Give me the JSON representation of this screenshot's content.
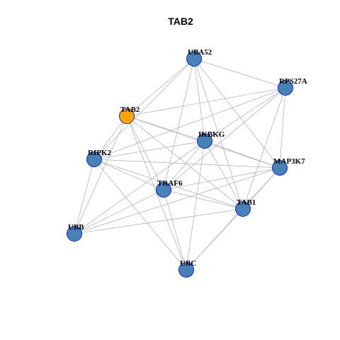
{
  "title": "TAB2",
  "colors": {
    "node_default": "#4682b4",
    "node_border": "#1f1fd6",
    "node_focus": "#ffa500",
    "edge": "#b4b4b4"
  },
  "graph": {
    "nodes": [
      {
        "id": "UBA52",
        "label": "UBA52"
      },
      {
        "id": "RPS27A",
        "label": "RPS27A"
      },
      {
        "id": "TAB2",
        "label": "TAB2",
        "focus": true
      },
      {
        "id": "IKBKG",
        "label": "IKBKG"
      },
      {
        "id": "RIPK2",
        "label": "RIPK2"
      },
      {
        "id": "MAP3K7",
        "label": "MAP3K7"
      },
      {
        "id": "TRAF6",
        "label": "TRAF6"
      },
      {
        "id": "TAB1",
        "label": "TAB1"
      },
      {
        "id": "UBB",
        "label": "UBB"
      },
      {
        "id": "UBC",
        "label": "UBC"
      }
    ],
    "edges": [
      [
        "UBA52",
        "RPS27A"
      ],
      [
        "UBA52",
        "TAB2"
      ],
      [
        "UBA52",
        "IKBKG"
      ],
      [
        "UBA52",
        "MAP3K7"
      ],
      [
        "UBA52",
        "TRAF6"
      ],
      [
        "UBA52",
        "TAB1"
      ],
      [
        "UBA52",
        "RIPK2"
      ],
      [
        "RPS27A",
        "TAB2"
      ],
      [
        "RPS27A",
        "IKBKG"
      ],
      [
        "RPS27A",
        "MAP3K7"
      ],
      [
        "RPS27A",
        "TRAF6"
      ],
      [
        "RPS27A",
        "TAB1"
      ],
      [
        "RPS27A",
        "RIPK2"
      ],
      [
        "TAB2",
        "IKBKG"
      ],
      [
        "TAB2",
        "RIPK2"
      ],
      [
        "TAB2",
        "MAP3K7"
      ],
      [
        "TAB2",
        "TRAF6"
      ],
      [
        "TAB2",
        "TAB1"
      ],
      [
        "TAB2",
        "UBB"
      ],
      [
        "TAB2",
        "UBC"
      ],
      [
        "IKBKG",
        "RIPK2"
      ],
      [
        "IKBKG",
        "MAP3K7"
      ],
      [
        "IKBKG",
        "TRAF6"
      ],
      [
        "IKBKG",
        "TAB1"
      ],
      [
        "IKBKG",
        "UBB"
      ],
      [
        "IKBKG",
        "UBC"
      ],
      [
        "RIPK2",
        "MAP3K7"
      ],
      [
        "RIPK2",
        "TRAF6"
      ],
      [
        "RIPK2",
        "TAB1"
      ],
      [
        "RIPK2",
        "UBB"
      ],
      [
        "RIPK2",
        "UBC"
      ],
      [
        "MAP3K7",
        "TRAF6"
      ],
      [
        "MAP3K7",
        "TAB1"
      ],
      [
        "MAP3K7",
        "UBB"
      ],
      [
        "MAP3K7",
        "UBC"
      ],
      [
        "TRAF6",
        "TAB1"
      ],
      [
        "TRAF6",
        "UBB"
      ],
      [
        "TRAF6",
        "UBC"
      ],
      [
        "TAB1",
        "UBB"
      ],
      [
        "TAB1",
        "UBC"
      ]
    ]
  }
}
